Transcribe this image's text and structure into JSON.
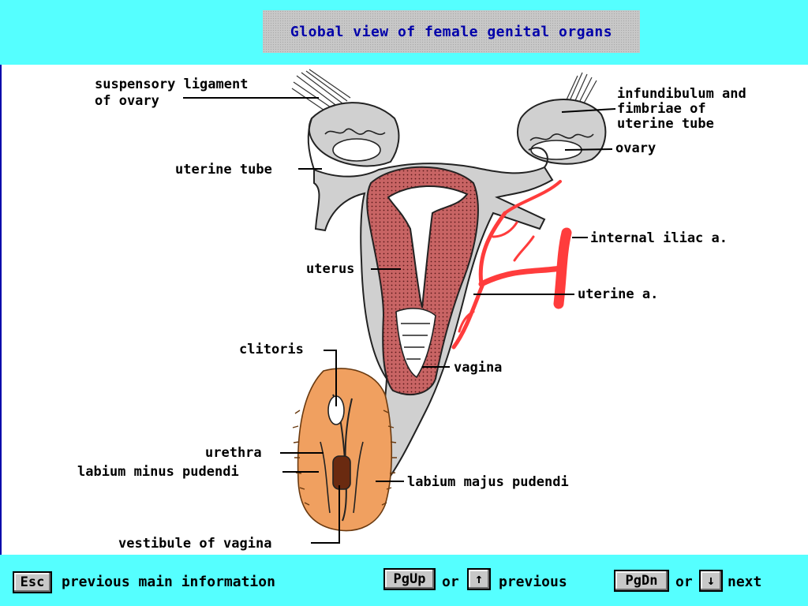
{
  "title": "Global view of female genital organs",
  "labels": {
    "suspensory_line1": "suspensory ligament",
    "suspensory_line2": "of ovary",
    "infundibulum_line1": "infundibulum and",
    "infundibulum_line2": "fimbriae of",
    "infundibulum_line3": "uterine tube",
    "ovary": "ovary",
    "uterine_tube": "uterine tube",
    "internal_iliac": "internal iliac a.",
    "uterus": "uterus",
    "uterine_artery": "uterine a.",
    "clitoris": "clitoris",
    "vagina": "vagina",
    "urethra": "urethra",
    "labium_minus": "labium minus pudendi",
    "labium_majus": "labium majus pudendi",
    "vestibule": "vestibule of vagina"
  },
  "footer": {
    "esc_key": "Esc",
    "esc_text": "previous main information",
    "pgup_key": "PgUp",
    "or1": "or",
    "up_arrow": "↑",
    "previous_text": "previous",
    "pgdn_key": "PgDn",
    "or2": "or",
    "down_arrow": "↓",
    "next_text": "next"
  },
  "colors": {
    "header_bg": "#55ffff",
    "title_text": "#0000aa",
    "artery": "#ff3c3c",
    "uterus_fill": "#c86464",
    "vulva_fill": "#f0a060",
    "tissue_gray": "#d0d0d0"
  }
}
